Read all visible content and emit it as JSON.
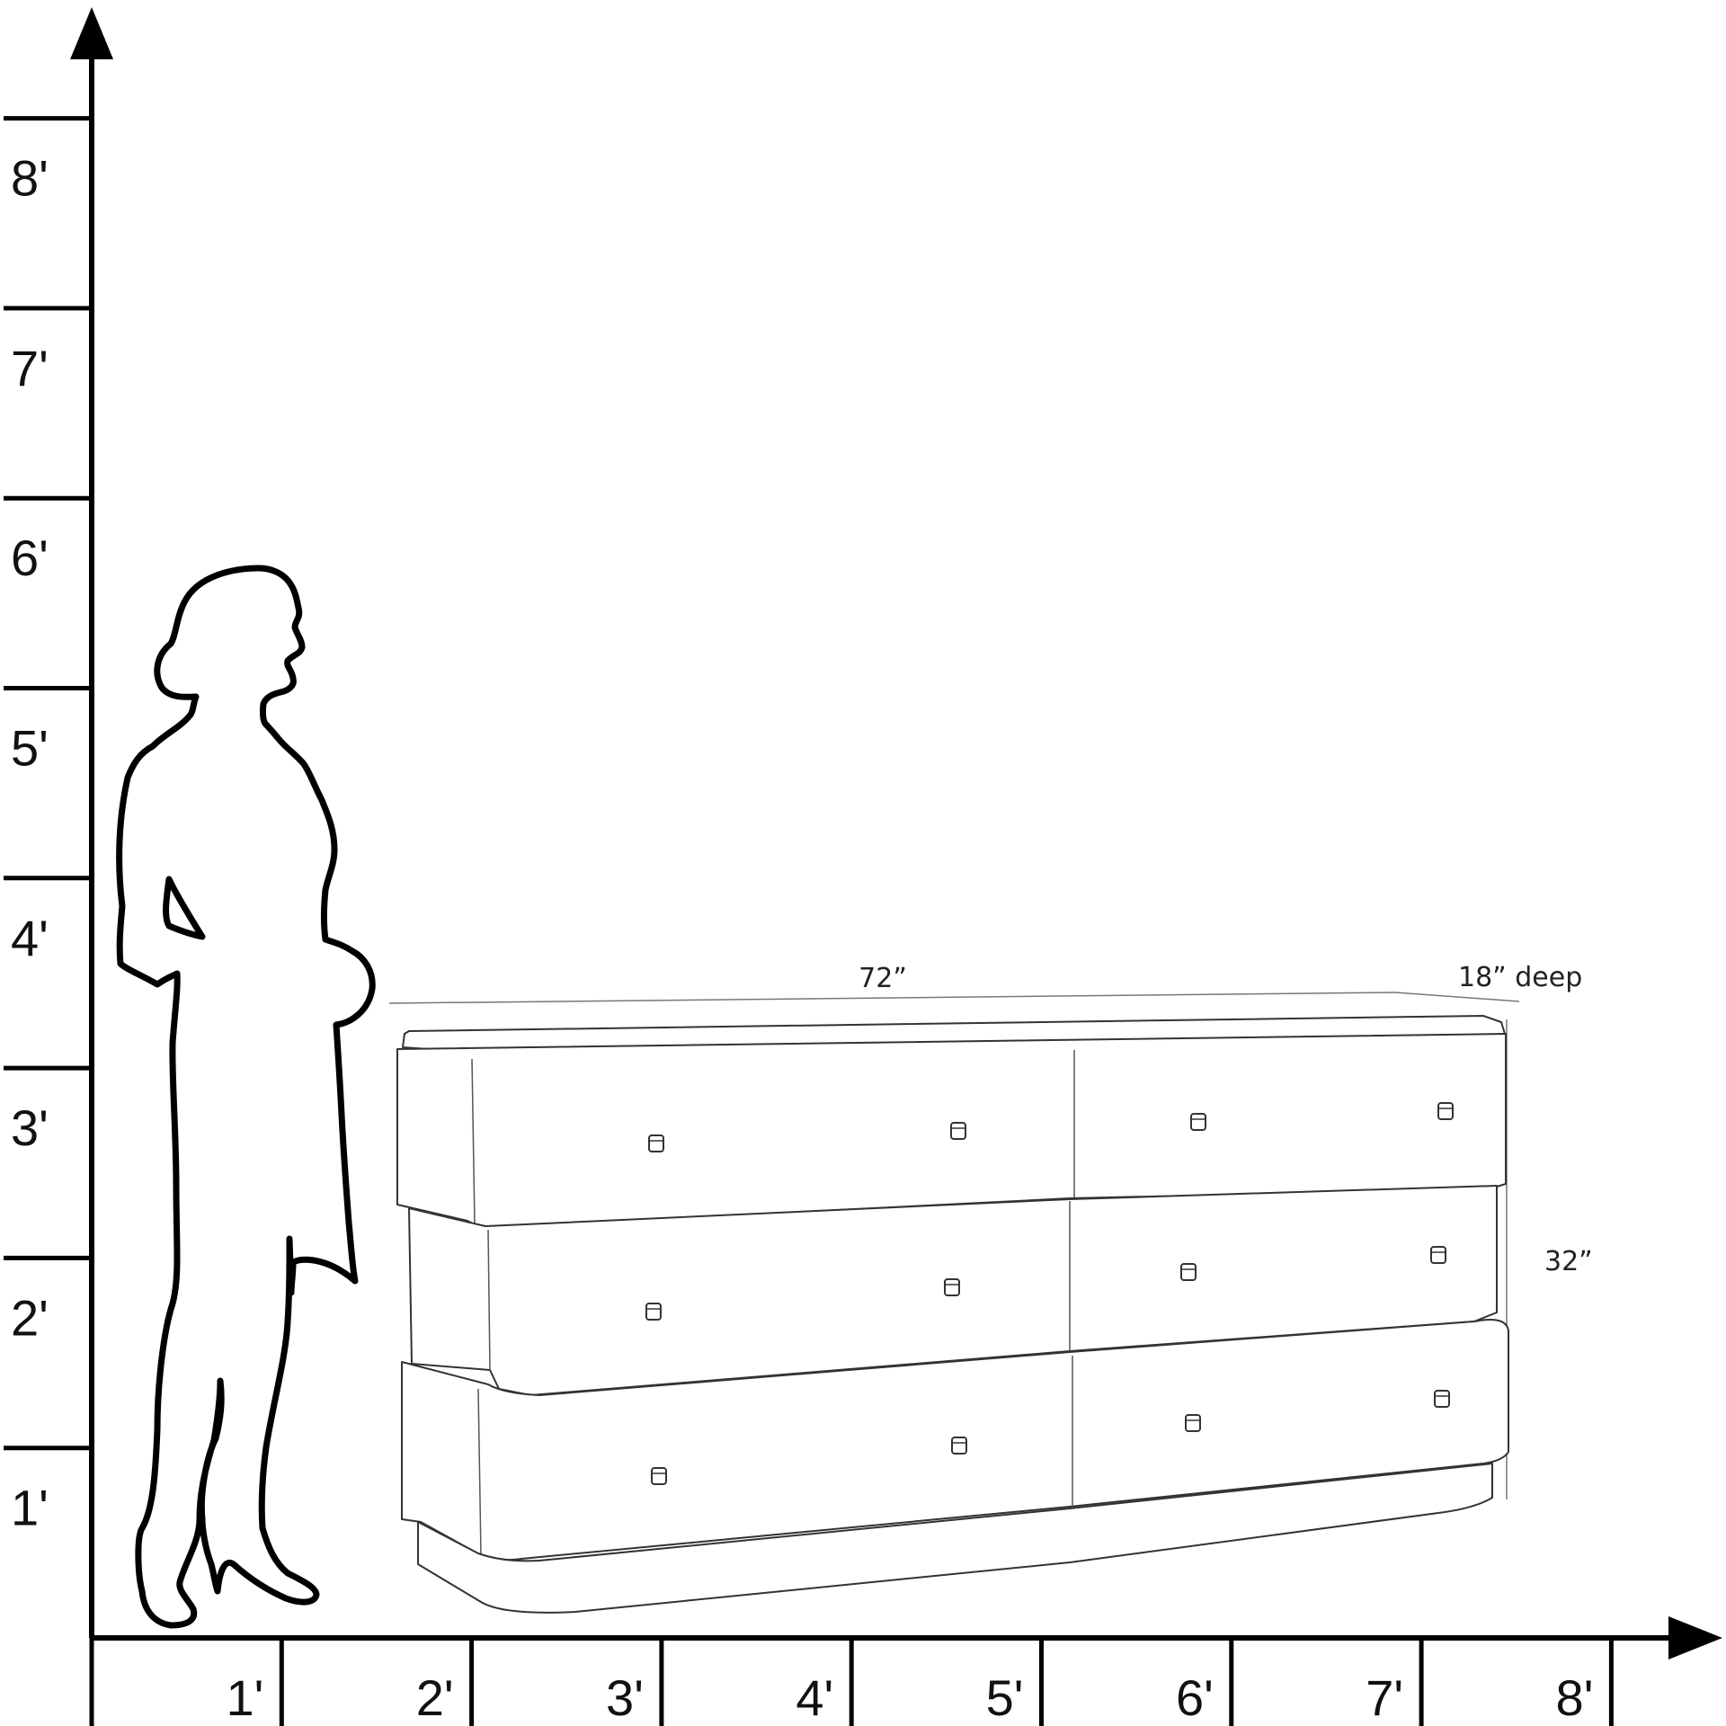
{
  "scale": {
    "unit": "ft",
    "vertical_ticks": [
      "1'",
      "2'",
      "3'",
      "4'",
      "5'",
      "6'",
      "7'",
      "8'"
    ],
    "horizontal_ticks": [
      "1'",
      "2'",
      "3'",
      "4'",
      "5'",
      "6'",
      "7'",
      "8'"
    ]
  },
  "dresser": {
    "width_label": "72”",
    "depth_label": "18” deep",
    "height_label": "32”",
    "drawer_rows": 3,
    "drawer_columns": 2
  },
  "colors": {
    "line": "#000000",
    "furniture_line": "#333333",
    "background": "#ffffff"
  },
  "icons": {
    "figure": "standing-woman-silhouette-icon",
    "y_arrow": "arrow-up-icon",
    "x_arrow": "arrow-right-icon"
  }
}
